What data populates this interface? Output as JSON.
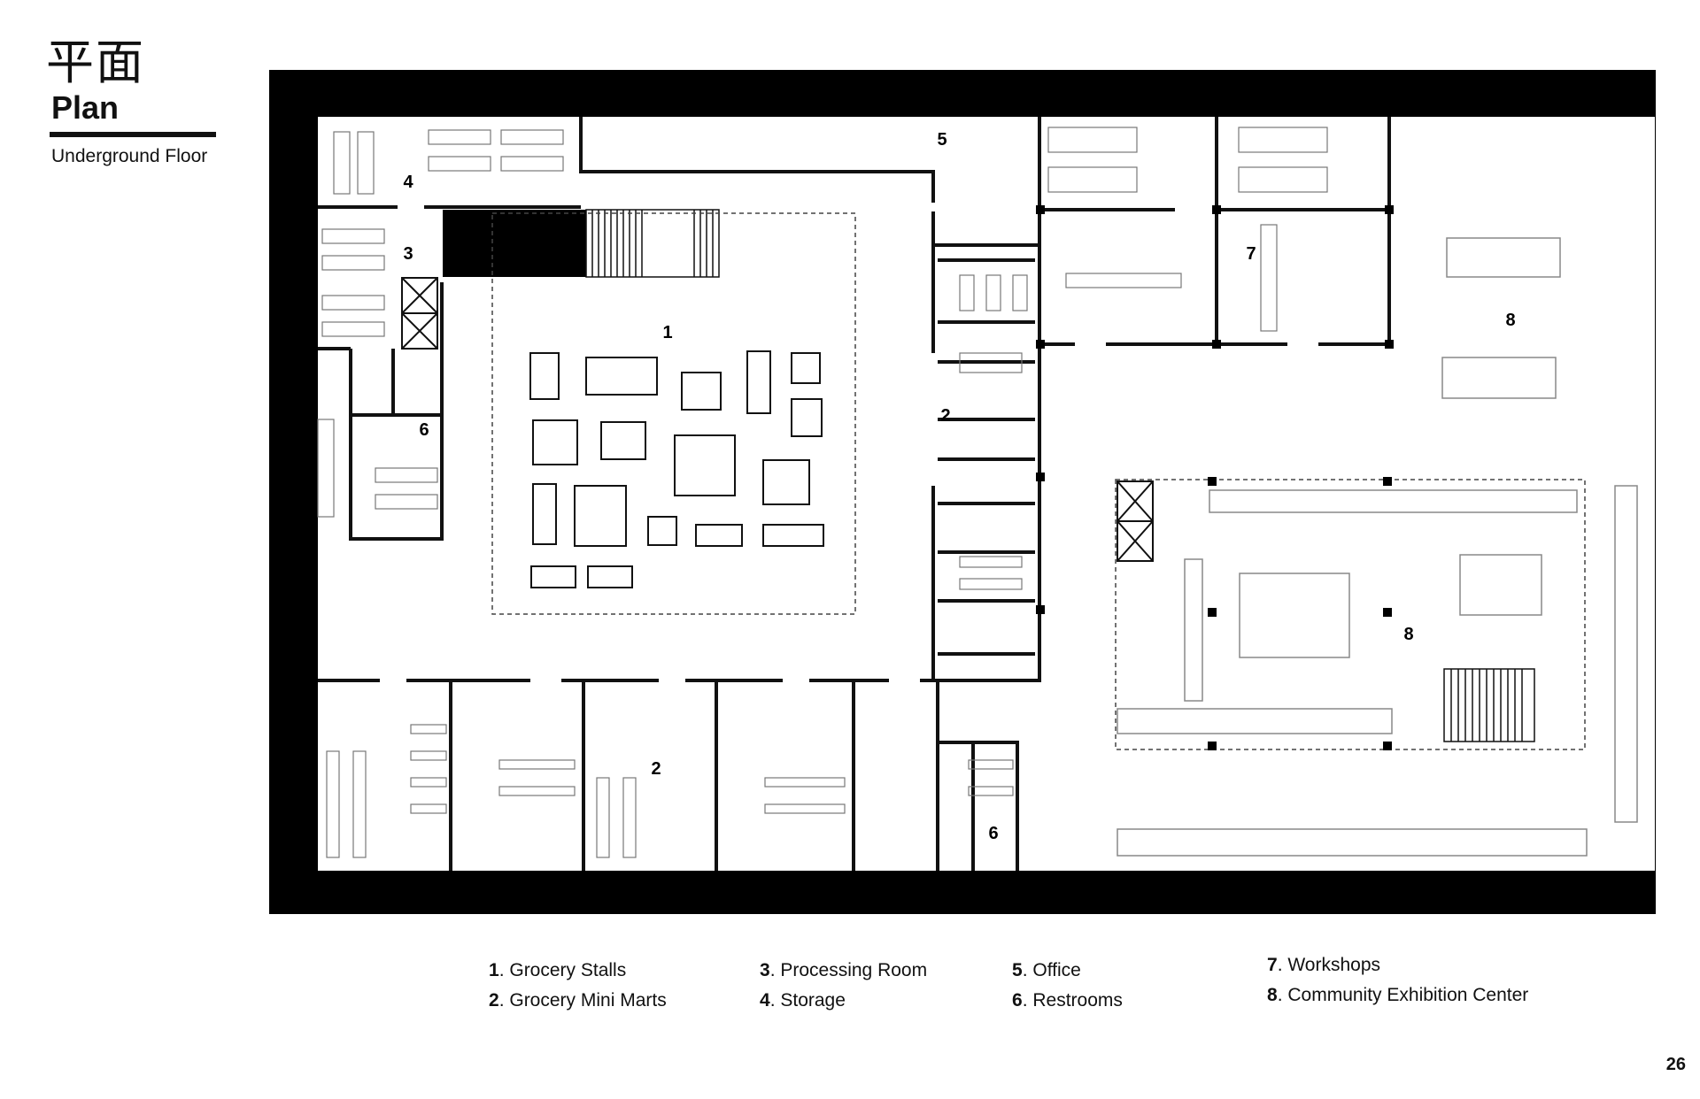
{
  "header": {
    "title_cn": "平面",
    "title_en": "Plan",
    "subtitle": "Underground Floor"
  },
  "plan_labels": [
    "1",
    "2",
    "2",
    "3",
    "4",
    "5",
    "6",
    "6",
    "7",
    "8",
    "8"
  ],
  "legend": [
    {
      "num": "1",
      "text": ". Grocery Stalls"
    },
    {
      "num": "2",
      "text": ". Grocery Mini Marts"
    },
    {
      "num": "3",
      "text": ". Processing Room"
    },
    {
      "num": "4",
      "text": ". Storage"
    },
    {
      "num": "5",
      "text": ". Office"
    },
    {
      "num": "6",
      "text": ". Restrooms"
    },
    {
      "num": "7",
      "text": ". Workshops"
    },
    {
      "num": "8",
      "text": ". Community Exhibition Center"
    }
  ],
  "page_number": "26"
}
